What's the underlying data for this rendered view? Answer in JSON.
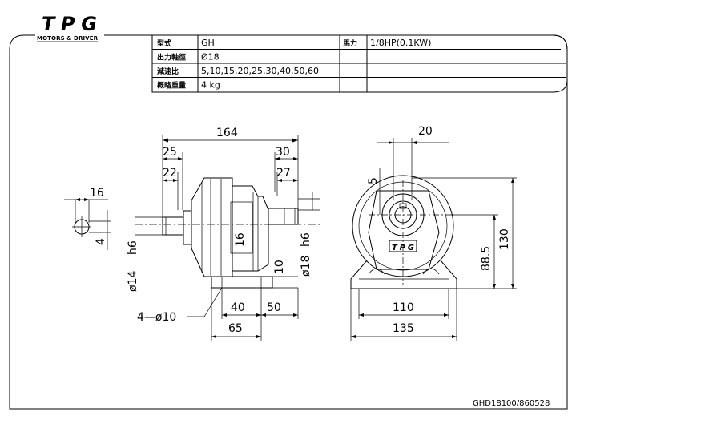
{
  "logo": {
    "text": "TPG",
    "subtitle": "MOTORS & DRIVER"
  },
  "spec_table": {
    "rows": [
      {
        "label": "型式",
        "value": "GH",
        "label2": "馬力",
        "value2": "1/8HP(0.1KW)"
      },
      {
        "label": "出力軸徑",
        "value": "Ø18",
        "label2": "",
        "value2": ""
      },
      {
        "label": "減速比",
        "value": "5,10,15,20,25,30,40,50,60",
        "label2": "",
        "value2": ""
      },
      {
        "label": "概略重量",
        "value": "4 kg",
        "label2": "",
        "value2": ""
      }
    ]
  },
  "dimensions": {
    "overall_length": "164",
    "shaft_left_a": "25",
    "shaft_left_b": "22",
    "shaft_right_a": "30",
    "shaft_right_b": "27",
    "key_width": "16",
    "key_depth": "4",
    "left_shaft_fit": "h6",
    "left_shaft_dia": "ø14",
    "flange_inner": "16",
    "right_shaft_fit": "h6",
    "right_shaft_dia": "ø18",
    "base_height": "10",
    "mount_holes": "4—ø10",
    "base_spacing": "40",
    "base_offset": "50",
    "base_length": "65",
    "front_top_offset": "20",
    "front_key": "5",
    "front_total_height": "130",
    "front_center_height": "88.5",
    "front_base_inner": "110",
    "front_base_width": "135"
  },
  "drawing_number": "GHD18100/860528"
}
